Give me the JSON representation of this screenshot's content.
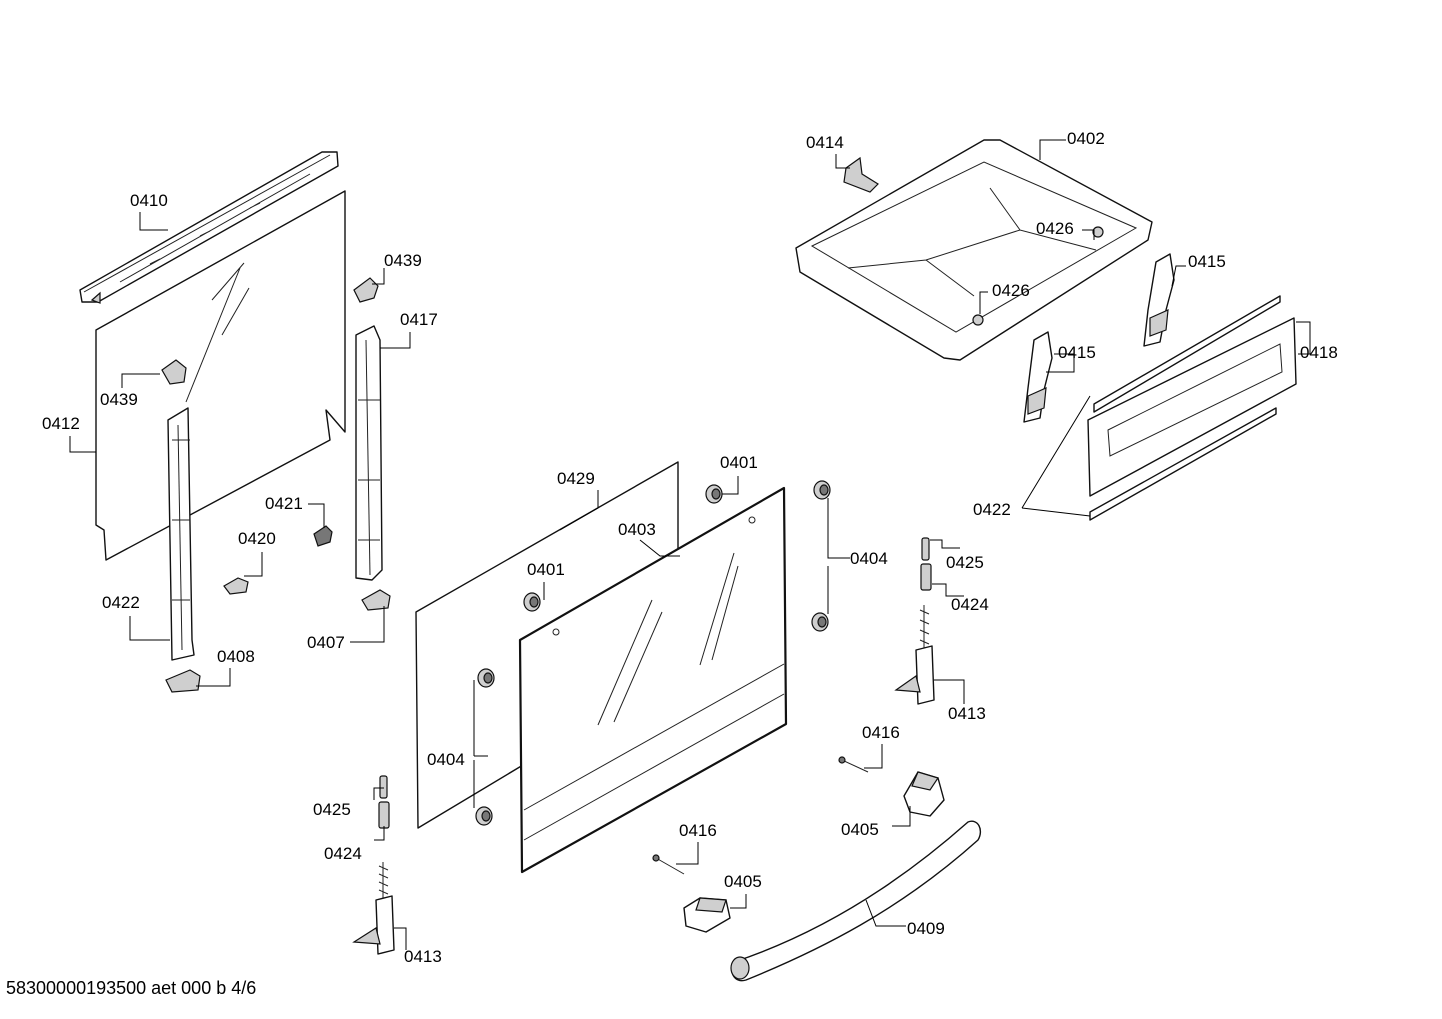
{
  "footer": {
    "document_id": "58300000193500 aet 000 b 4/6"
  },
  "parts": {
    "p0410": "0410",
    "p0412": "0412",
    "p0439a": "0439",
    "p0439b": "0439",
    "p0417": "0417",
    "p0421": "0421",
    "p0420": "0420",
    "p0422a": "0422",
    "p0408": "0408",
    "p0407": "0407",
    "p0429": "0429",
    "p0401a": "0401",
    "p0401b": "0401",
    "p0403": "0403",
    "p0404a": "0404",
    "p0404b": "0404",
    "p0425a": "0425",
    "p0424a": "0424",
    "p0413a": "0413",
    "p0425b": "0425",
    "p0424b": "0424",
    "p0413b": "0413",
    "p0416a": "0416",
    "p0416b": "0416",
    "p0405a": "0405",
    "p0405b": "0405",
    "p0409": "0409",
    "p0414": "0414",
    "p0402": "0402",
    "p0426a": "0426",
    "p0426b": "0426",
    "p0415a": "0415",
    "p0415b": "0415",
    "p0418": "0418",
    "p0422b": "0422"
  }
}
